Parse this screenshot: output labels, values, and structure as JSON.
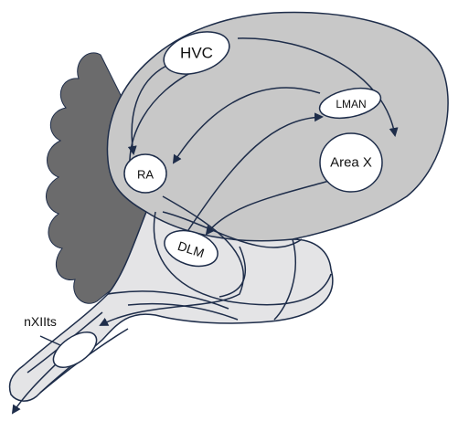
{
  "regions": {
    "hvc": "HVC",
    "lman": "LMAN",
    "area_x": "Area X",
    "ra": "RA",
    "dlm": "DLM",
    "nxiits": "nXIIts"
  },
  "colors": {
    "cerebellum": "#6b6b6c",
    "forebrain": "#c8c8c8",
    "brainstem": "#e4e4e6",
    "outline": "#1e2d4a",
    "nucleus_fill": "#ffffff",
    "arrow": "#1e2d4a"
  }
}
